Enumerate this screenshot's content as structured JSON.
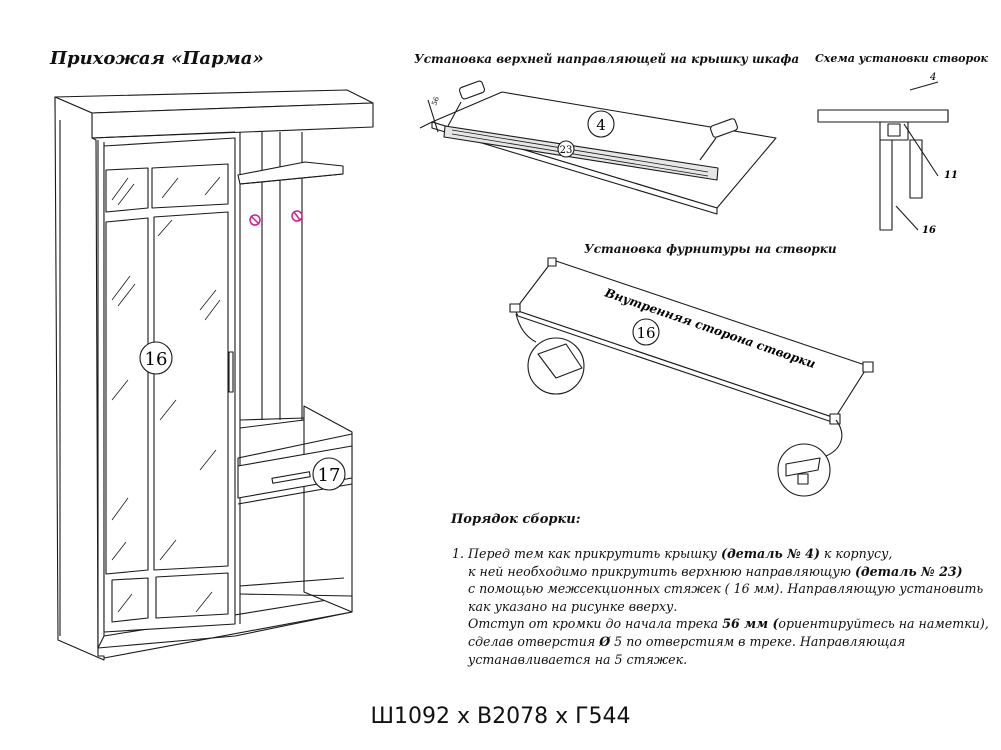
{
  "title": "Прихожая «Парма»",
  "captions": {
    "top_rail": "Установка верхней направляющей на крышку шкафа",
    "door_scheme": "Схема установки створок",
    "fittings": "Установка фурнитуры на створки",
    "inner_side": "Внутренняя сторона створки"
  },
  "callouts": {
    "door": "16",
    "drawer": "17",
    "lid": "4",
    "rail": "23",
    "door_panel": "16",
    "scheme_lid": "4",
    "scheme_rail": "11",
    "scheme_door": "16",
    "offset": "56"
  },
  "instructions": {
    "heading": "Порядок сборки:",
    "lines": [
      [
        {
          "t": "1. Перед тем как прикрутить крышку "
        },
        {
          "t": "(деталь № 4)",
          "b": true
        },
        {
          "t": " к корпусу,"
        }
      ],
      [
        {
          "t": "    к ней необходимо прикрутить верхнюю направляющую "
        },
        {
          "t": "(деталь № 23)",
          "b": true
        }
      ],
      [
        {
          "t": "    с помощью межсекционных стяжек ( 16 мм). Направляющую установить"
        }
      ],
      [
        {
          "t": "    как указано на рисунке вверху."
        }
      ],
      [
        {
          "t": "    Отступ от кромки до начала трека "
        },
        {
          "t": "56 мм (",
          "b": true
        },
        {
          "t": "ориентируйтесь на наметки),"
        }
      ],
      [
        {
          "t": "    сделав отверстия "
        },
        {
          "t": "Ø",
          "b": true
        },
        {
          "t": " 5 по отверстиям в треке. Направляющая"
        }
      ],
      [
        {
          "t": "    устанавливается на 5 стяжек."
        }
      ]
    ]
  },
  "dimensions": "Ш1092 х В2078 х Г544",
  "colors": {
    "line": "#1a1a1a",
    "hook": "#d0208a",
    "shade": "#cfcfcf"
  }
}
